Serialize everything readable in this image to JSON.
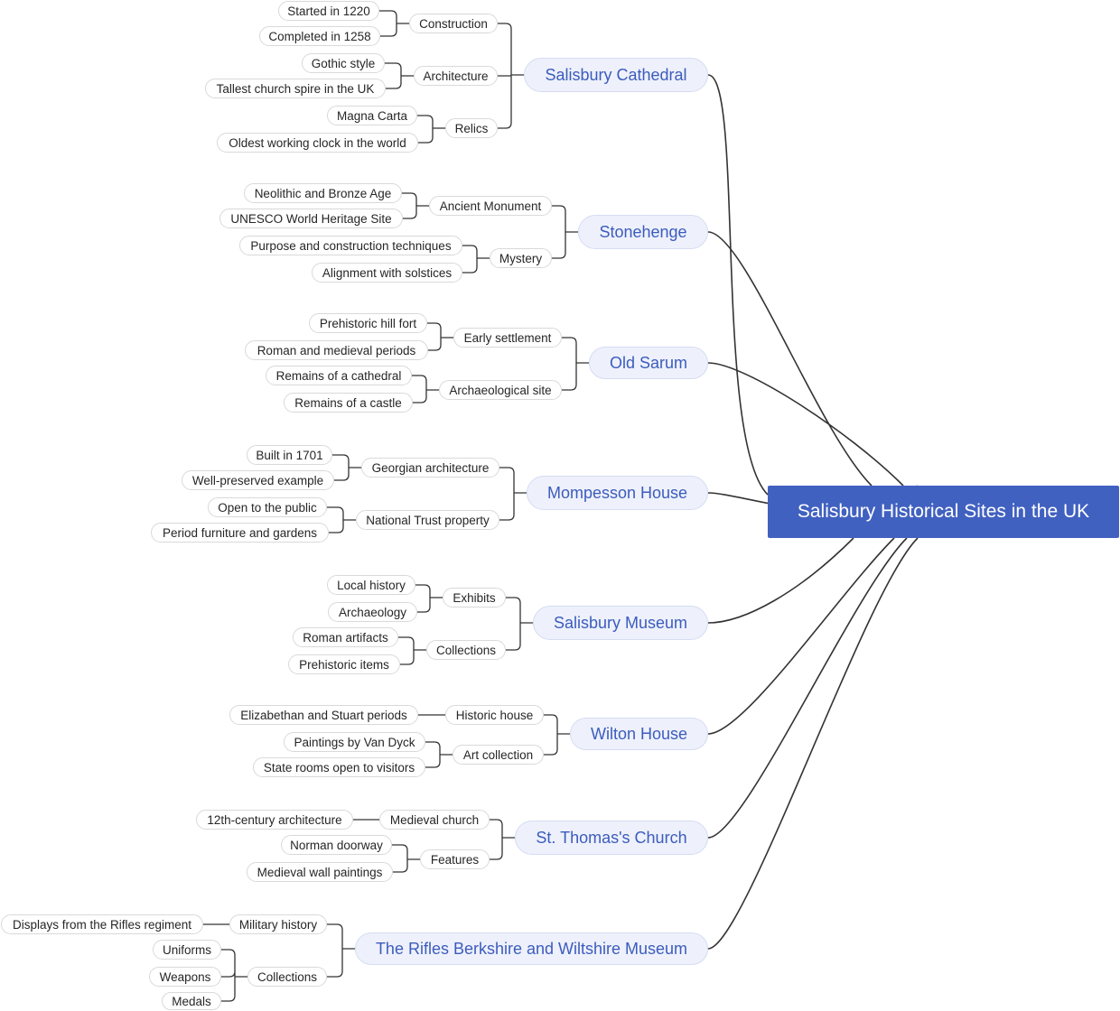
{
  "root": "Salisbury Historical Sites in the UK",
  "branches": [
    {
      "label": "Salisbury Cathedral",
      "children": [
        {
          "label": "Construction",
          "children": [
            "Started in 1220",
            "Completed in 1258"
          ]
        },
        {
          "label": "Architecture",
          "children": [
            "Gothic style",
            "Tallest church spire in the UK"
          ]
        },
        {
          "label": "Relics",
          "children": [
            "Magna Carta",
            "Oldest working clock in the world"
          ]
        }
      ]
    },
    {
      "label": "Stonehenge",
      "children": [
        {
          "label": "Ancient Monument",
          "children": [
            "Neolithic and Bronze Age",
            "UNESCO World Heritage Site"
          ]
        },
        {
          "label": "Mystery",
          "children": [
            "Purpose and construction techniques",
            "Alignment with solstices"
          ]
        }
      ]
    },
    {
      "label": "Old Sarum",
      "children": [
        {
          "label": "Early settlement",
          "children": [
            "Prehistoric hill fort",
            "Roman and medieval periods"
          ]
        },
        {
          "label": "Archaeological site",
          "children": [
            "Remains of a cathedral",
            "Remains of a castle"
          ]
        }
      ]
    },
    {
      "label": "Mompesson House",
      "children": [
        {
          "label": "Georgian architecture",
          "children": [
            "Built in 1701",
            "Well-preserved example"
          ]
        },
        {
          "label": "National Trust property",
          "children": [
            "Open to the public",
            "Period furniture and gardens"
          ]
        }
      ]
    },
    {
      "label": "Salisbury Museum",
      "children": [
        {
          "label": "Exhibits",
          "children": [
            "Local history",
            "Archaeology"
          ]
        },
        {
          "label": "Collections",
          "children": [
            "Roman artifacts",
            "Prehistoric items"
          ]
        }
      ]
    },
    {
      "label": "Wilton House",
      "children": [
        {
          "label": "Historic house",
          "children": [
            "Elizabethan and Stuart periods"
          ]
        },
        {
          "label": "Art collection",
          "children": [
            "Paintings by Van Dyck",
            "State rooms open to visitors"
          ]
        }
      ]
    },
    {
      "label": "St. Thomas's Church",
      "children": [
        {
          "label": "Medieval church",
          "children": [
            "12th-century architecture"
          ]
        },
        {
          "label": "Features",
          "children": [
            "Norman doorway",
            "Medieval wall paintings"
          ]
        }
      ]
    },
    {
      "label": "The Rifles Berkshire and Wiltshire Museum",
      "children": [
        {
          "label": "Military history",
          "children": [
            "Displays from the Rifles regiment"
          ]
        },
        {
          "label": "Collections",
          "children": [
            "Uniforms",
            "Weapons",
            "Medals"
          ]
        }
      ]
    }
  ],
  "colors": {
    "root_fill": "#4161c1",
    "branch_fill": "#eef1fb",
    "branch_text": "#3c5cbd",
    "line": "#333333"
  }
}
